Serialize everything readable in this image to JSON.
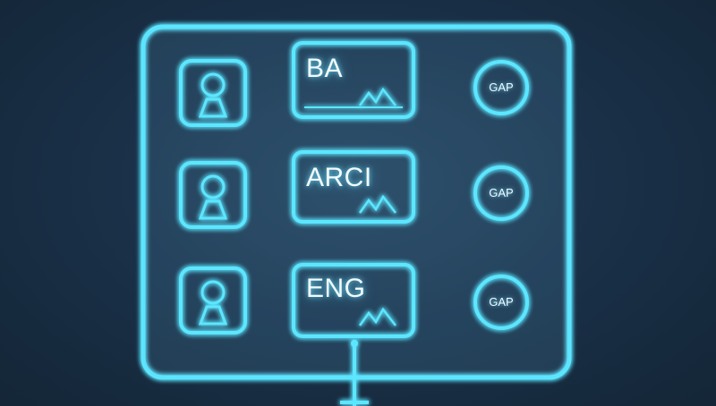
{
  "rows": [
    {
      "role": "BA",
      "gap": "GAP"
    },
    {
      "role": "ARCI",
      "gap": "GAP"
    },
    {
      "role": "ENG",
      "gap": "GAP"
    }
  ],
  "colors": {
    "neon": "#5ce6ff",
    "background": "#1a3149"
  }
}
